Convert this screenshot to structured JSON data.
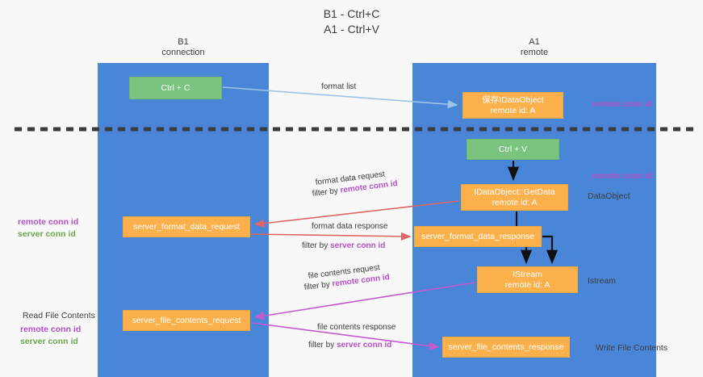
{
  "document": {
    "title_line_1": "B1 - Ctrl+C",
    "title_line_2": "A1 - Ctrl+V"
  },
  "lanes": [
    {
      "id": "b1",
      "name": "B1",
      "subtitle": "connection",
      "color": "#4a86d8"
    },
    {
      "id": "a1",
      "name": "A1",
      "subtitle": "remote",
      "color": "#4a86d8"
    }
  ],
  "nodes": {
    "ctrl_c": {
      "label": "Ctrl + C",
      "sub": "",
      "color": "#7bc47f"
    },
    "idataobject": {
      "label": "保存IDataObject",
      "sub": "remote id: A",
      "color": "#fbb04c"
    },
    "ctrl_v": {
      "label": "Ctrl + V",
      "sub": "",
      "color": "#7bc47f"
    },
    "getdata": {
      "label": "IDataObject::GetData",
      "sub": "remote id: A",
      "color": "#fbb04c"
    },
    "format_request": {
      "label": "server_format_data_request",
      "sub": "",
      "color": "#fbb04c"
    },
    "format_response": {
      "label": "server_format_data_response",
      "sub": "",
      "color": "#fbb04c"
    },
    "istream": {
      "label": "IStream",
      "sub": "remote id: A",
      "color": "#fbb04c"
    },
    "file_request": {
      "label": "server_file_contents_request",
      "sub": "",
      "color": "#fbb04c"
    },
    "file_response": {
      "label": "server_file_contents_response",
      "sub": "",
      "color": "#fbb04c"
    }
  },
  "flows": {
    "format_list": {
      "text": "format list",
      "color": "#9dc3e6"
    },
    "format_data_request": {
      "text": "format data request",
      "filter_prefix": "filter by ",
      "filter_key": "remote conn id",
      "color": "#e06666"
    },
    "format_data_response": {
      "text": "format data response",
      "filter_prefix": "filter by ",
      "filter_key": "server conn id",
      "color": "#e06666"
    },
    "file_contents_request": {
      "text": "file contents request",
      "filter_prefix": "filter by ",
      "filter_key": "remote conn id",
      "color": "#c45ad0"
    },
    "file_contents_response": {
      "text": "file contents response",
      "filter_prefix": "filter by ",
      "filter_key": "server conn id",
      "color": "#c45ad0"
    }
  },
  "annotations": {
    "remote_conn_id": "remote conn id",
    "server_conn_id": "server conn id",
    "dataobject": "DataObject",
    "istream": "Istream",
    "read_file_contents": "Read File Contents",
    "write_file_contents": "Write File Contents"
  },
  "colors": {
    "lane": "#4a86d8",
    "green_node": "#7bc47f",
    "orange_node": "#fbb04c",
    "purple_text": "#b64fc8",
    "green_text": "#6aa84f",
    "red_arrow": "#e06666",
    "purple_arrow": "#c45ad0",
    "blue_arrow": "#9dc3e6",
    "divider": "#3c3c3c",
    "background": "#f8f8f8"
  }
}
